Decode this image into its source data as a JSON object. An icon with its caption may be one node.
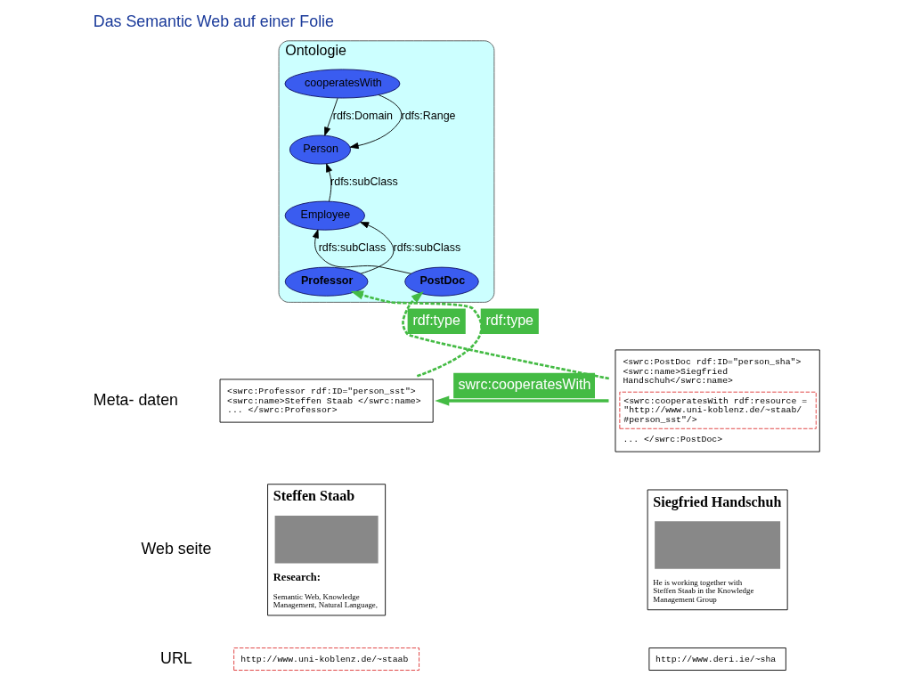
{
  "diagram": {
    "title": "Das Semantic Web auf einer Folie",
    "nodes": [
      {
        "text": [
          "Ontologie"
        ]
      },
      {
        "text": [
          "cooperatesWith"
        ],
        "in": 0
      },
      {
        "text": [
          "Person"
        ],
        "in": 0
      },
      {
        "text": [
          "Employee"
        ],
        "in": 0
      },
      {
        "text": [
          "PostDoc"
        ],
        "in": 0
      },
      {
        "text": [
          "Professor"
        ],
        "in": 0
      },
      {
        "text": [
          "<swrc:PostDoc rdf:ID=\"person_sha\"> <swrc:name>Siegfried Handschuh</swrc:name>",
          "<swrc:cooperatesWith rdf:resource = \"http://www.uni-koblenz.de/~staab/ #person_sst\"/>",
          "... </swrc:PostDoc>"
        ]
      },
      {
        "text": [
          "Siegfried Handschuh",
          "He is working together with Steffen Staab in the Knowledge Management Group"
        ]
      },
      {
        "text": [
          "http://www.deri.ie/~sha"
        ]
      },
      {
        "text": [
          "<swrc:Professor rdf:ID=\"person_sst\"> <swrc:name>Steffen Staab </swrc:name> ... </swrc:Professor>"
        ]
      },
      {
        "text": [
          "Steffen Staab",
          "Research:",
          "Semantic Web, Knowledge Management, Natural Language,"
        ]
      },
      {
        "text": [
          "http://www.uni-koblenz.de/~staab"
        ]
      }
    ],
    "edges": [
      {
        "from": 1,
        "to": 2,
        "arrow": "to",
        "label": "rdfs:Domain"
      },
      {
        "from": 1,
        "to": 2,
        "arrow": "to",
        "label": "rdfs:Range"
      },
      {
        "from": 3,
        "to": 2,
        "arrow": "to",
        "label": "rdfs:subClass"
      },
      {
        "from": 4,
        "to": 3,
        "arrow": "to",
        "label": "rdfs:subClass"
      },
      {
        "from": 5,
        "to": 3,
        "arrow": "to",
        "label": "rdfs:subClass"
      },
      {
        "from": 6,
        "to": 4,
        "arrow": "to",
        "label": "rdf:type",
        "style": "dashed",
        "color": "#44bb44"
      },
      {
        "from": 9,
        "to": 5,
        "arrow": "to",
        "label": "rdf:type",
        "style": "dashed",
        "color": "#44bb44"
      },
      {
        "from": 6,
        "to": 9,
        "arrow": "to",
        "label": "swrc:cooperatesWith",
        "style": "thick",
        "color": "#44bb44"
      }
    ],
    "labels": [
      "Meta- daten",
      "Web seite",
      "URL"
    ]
  }
}
